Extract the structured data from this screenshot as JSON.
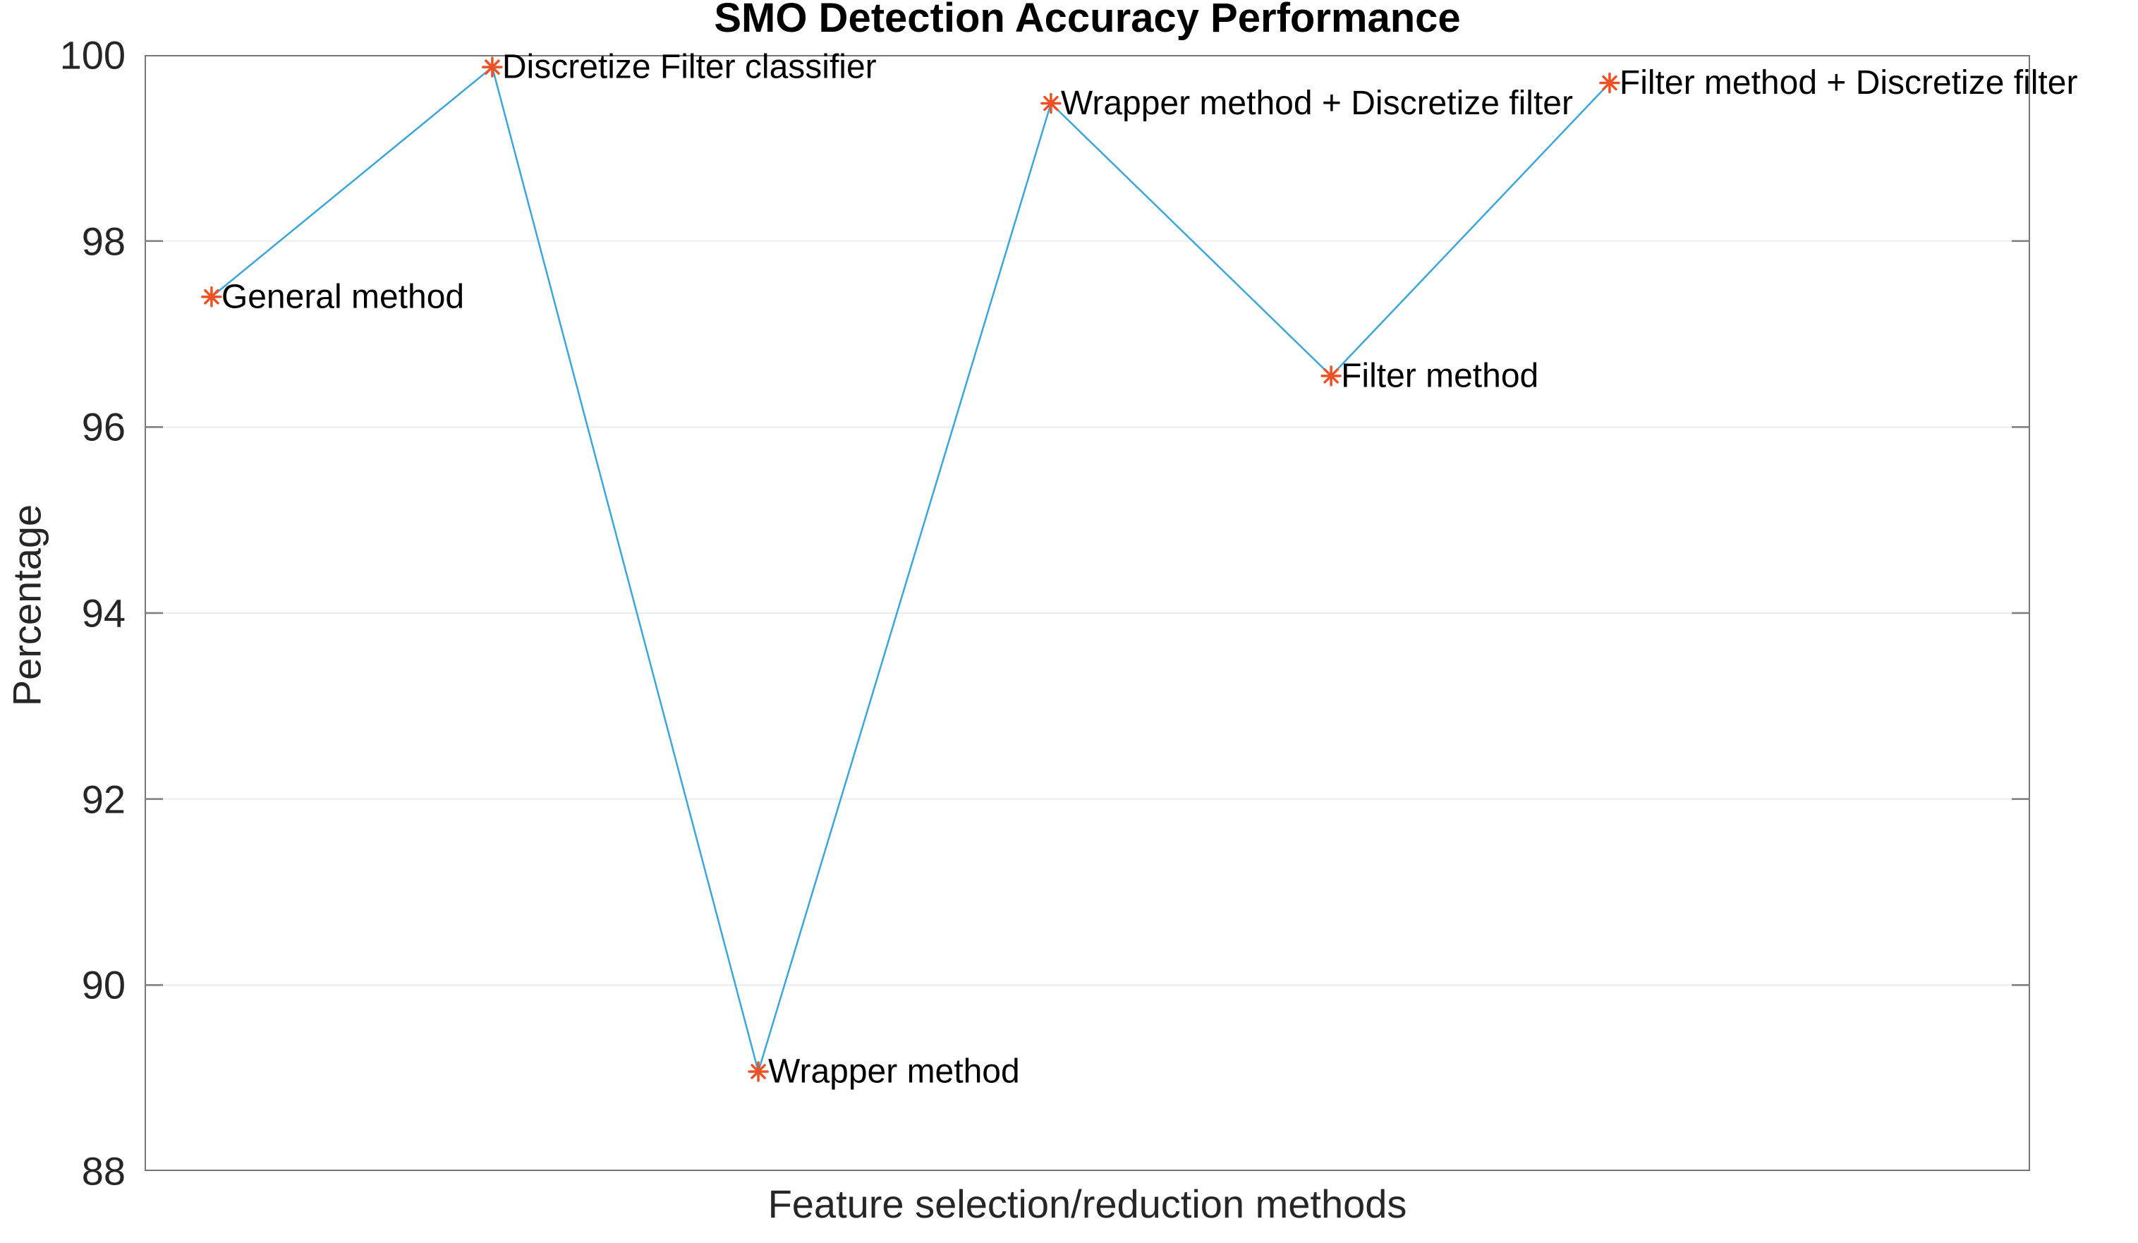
{
  "figure": {
    "title": "SMO Detection Accuracy Performance",
    "xlabel": "Feature selection/reduction methods",
    "ylabel": "Percentage"
  },
  "chart_data": {
    "type": "line",
    "title": "SMO Detection Accuracy Performance",
    "xlabel": "Feature selection/reduction methods",
    "ylabel": "Percentage",
    "ylim": [
      88,
      100
    ],
    "yticks": [
      88,
      90,
      92,
      94,
      96,
      98,
      100
    ],
    "ytick_labels": [
      "88",
      "90",
      "92",
      "94",
      "96",
      "98",
      "100"
    ],
    "xticks_visible": false,
    "grid": "horizontal-faint",
    "legend_position": "none",
    "series": [
      {
        "name": "SMO detection accuracy",
        "marker": "asterisk",
        "points": [
          {
            "label": "General method",
            "x": 1,
            "value": 97.4
          },
          {
            "label": "Discretize Filter classifier",
            "x": 2,
            "value": 99.87
          },
          {
            "label": "Wrapper method",
            "x": 3,
            "value": 89.07
          },
          {
            "label": "Wrapper method + Discretize filter",
            "x": 4,
            "value": 99.48
          },
          {
            "label": "Filter method",
            "x": 5,
            "value": 96.55
          },
          {
            "label": "Filter method + Discretize filter",
            "x": 6,
            "value": 99.7
          }
        ],
        "x_positions_fraction": [
          0.0355,
          0.1844,
          0.3255,
          0.4807,
          0.6293,
          0.777
        ]
      }
    ],
    "colors": {
      "line": "#3BA5DE",
      "marker": "#EE5123",
      "grid": "#ECECEC",
      "axis_box": "#767676",
      "tick": "#7D7D7D",
      "tick_text": "#262626",
      "title_text": "#000000",
      "point_label_text": "#000000"
    }
  }
}
